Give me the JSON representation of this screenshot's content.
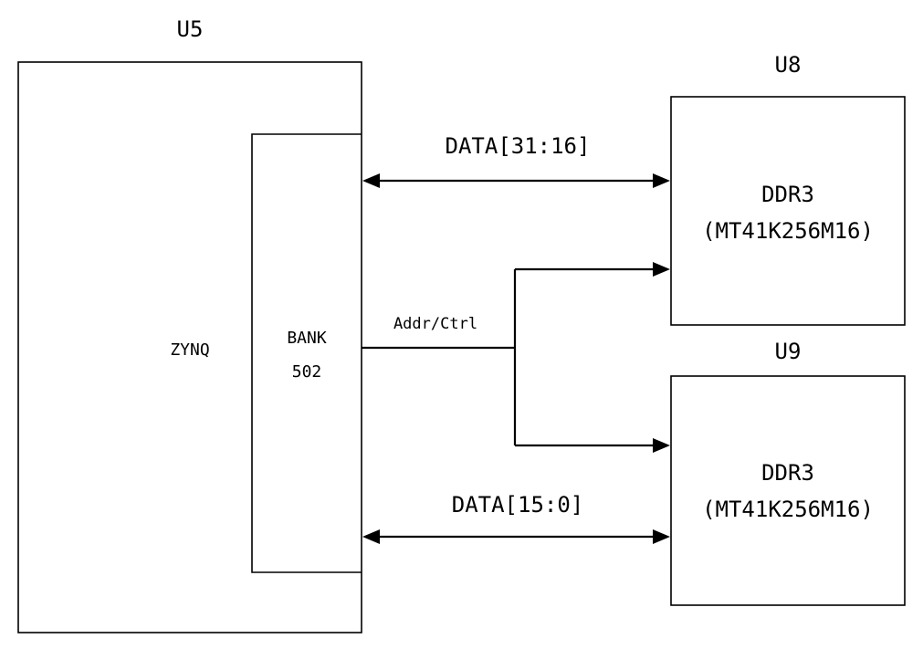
{
  "chips": {
    "u5": {
      "ref": "U5",
      "name": "ZYNQ"
    },
    "bank": {
      "line1": "BANK",
      "line2": "502"
    },
    "u8": {
      "ref": "U8",
      "line1": "DDR3",
      "line2": "(MT41K256M16)"
    },
    "u9": {
      "ref": "U9",
      "line1": "DDR3",
      "line2": "(MT41K256M16)"
    }
  },
  "buses": {
    "data_high": "DATA[31:16]",
    "addr_ctrl": "Addr/Ctrl",
    "data_low": "DATA[15:0]"
  }
}
